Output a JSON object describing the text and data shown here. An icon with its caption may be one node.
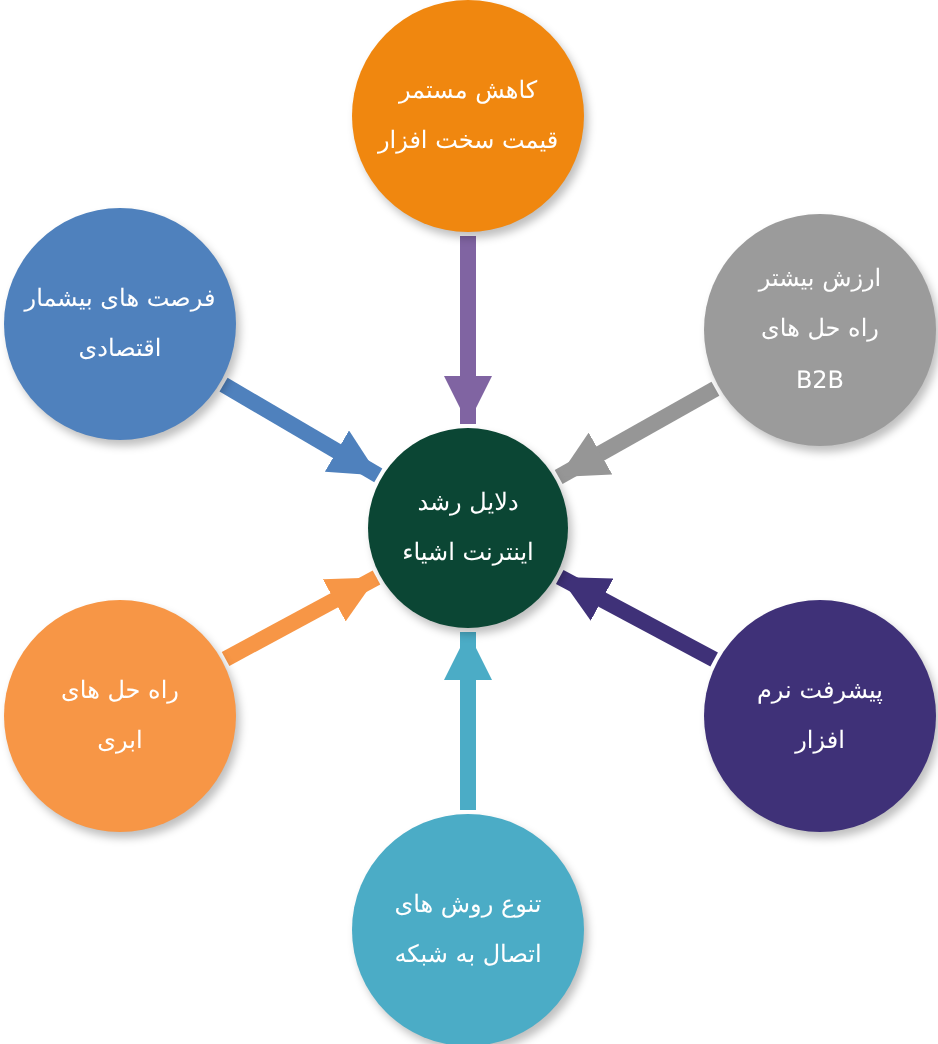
{
  "diagram": {
    "nodes": [
      {
        "text": [
          "کاهش مستمر قیمت سخت افزار"
        ]
      },
      {
        "text": [
          "فرصت های بیشمار اقتصادی"
        ]
      },
      {
        "text": [
          "ارزش بیشتر راه حل های B2B"
        ]
      },
      {
        "text": [
          "دلایل رشد اینترنت اشیاء"
        ]
      },
      {
        "text": [
          "راه حل های ابری"
        ]
      },
      {
        "text": [
          "پیشرفت نرم افزار"
        ]
      },
      {
        "text": [
          "تنوع روش های اتصال به شبکه"
        ]
      }
    ],
    "edges": [
      {
        "from": 0,
        "to": 3,
        "arrow": "to",
        "color": "#8064a2"
      },
      {
        "from": 1,
        "to": 3,
        "arrow": "to",
        "color": "#4f81bd"
      },
      {
        "from": 2,
        "to": 3,
        "arrow": "to",
        "color": "#969696"
      },
      {
        "from": 4,
        "to": 3,
        "arrow": "to",
        "color": "#f79646"
      },
      {
        "from": 5,
        "to": 3,
        "arrow": "to",
        "color": "#3f3178"
      },
      {
        "from": 6,
        "to": 3,
        "arrow": "to",
        "color": "#4bacc6"
      }
    ]
  }
}
